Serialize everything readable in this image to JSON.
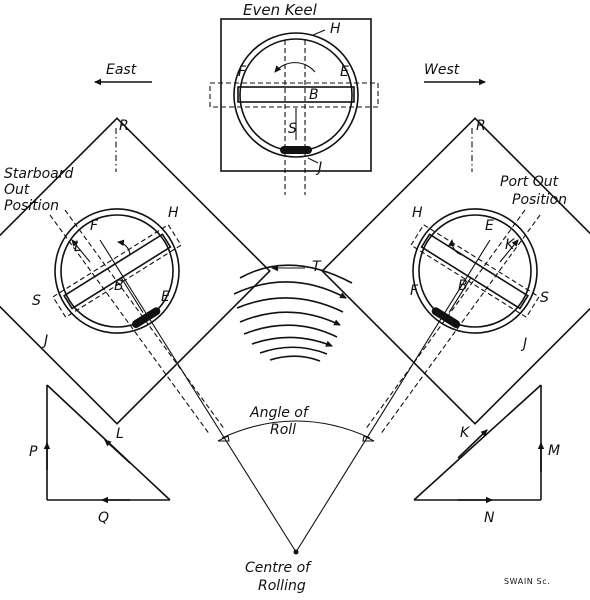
{
  "labels": {
    "even_keel": "Even Keel",
    "east": "East",
    "west": "West",
    "starboard_out_line1": "Starboard",
    "starboard_out_line2": "Out",
    "starboard_out_line3": "Position",
    "port_out_line1": "Port Out",
    "port_out_line2": "Position",
    "angle_line1": "Angle of",
    "angle_line2": "Roll",
    "centre_line1": "Centre of",
    "centre_line2": "Rolling",
    "credit": "SWAIN  Sc."
  },
  "letters": {
    "R": "R",
    "H": "H",
    "F": "F",
    "E": "E",
    "B": "B",
    "S": "S",
    "J": "J",
    "T": "T",
    "L": "L",
    "P": "P",
    "Q": "Q",
    "K": "K",
    "M": "M",
    "N": "N"
  }
}
